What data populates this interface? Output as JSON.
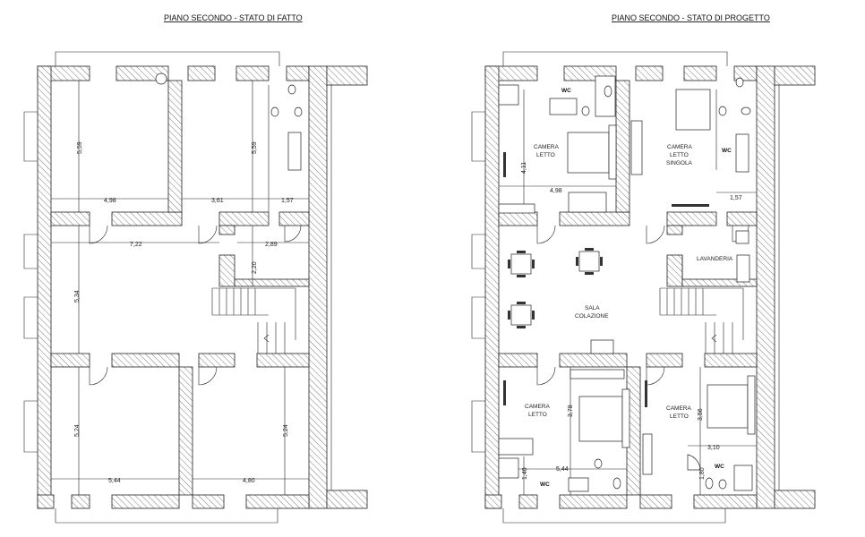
{
  "titles": {
    "left": "PIANO SECONDO - STATO DI FATTO",
    "right": "PIANO SECONDO - STATO DI PROGETTO"
  },
  "left_plan": {
    "dims": [
      "5,59",
      "5,59",
      "4,98",
      "3,61",
      "1,57",
      "7,22",
      "2,89",
      "2,20",
      "5,34",
      "5,24",
      "5,24",
      "5,44",
      "4,80"
    ]
  },
  "right_plan": {
    "rooms": {
      "wc_top_left": "WC",
      "camera_letto_1": [
        "CAMERA",
        "LETTO"
      ],
      "camera_singola": [
        "CAMERA",
        "LETTO",
        "SINGOLA"
      ],
      "wc_top_right": "WC",
      "lavanderia": "LAVANDERIA",
      "sala": [
        "SALA",
        "COLAZIONE"
      ],
      "camera_letto_2": [
        "CAMERA",
        "LETTO"
      ],
      "camera_letto_3": [
        "CAMERA",
        "LETTO"
      ],
      "wc_bottom_left": "WC",
      "wc_bottom_right": "WC"
    },
    "dims": [
      "4,11",
      "4,98",
      "1,57",
      "3,78",
      "3,56",
      "3,10",
      "5,44",
      "1,40",
      "1,80"
    ]
  }
}
